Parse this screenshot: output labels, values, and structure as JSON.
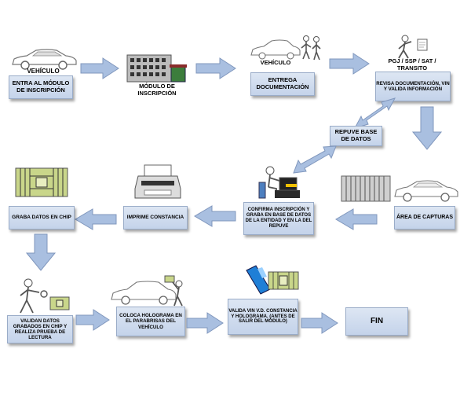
{
  "row1": {
    "vehiculo_label": "VEHÍCULO",
    "box1": "ENTRA AL MÓDULO DE INSCRIPCIÓN",
    "modulo_label": "MÓDULO DE INSCRIPCIÓN",
    "vehiculo2_label": "VEHÍCULO",
    "box3": "ENTREGA DOCUMENTACIÓN",
    "agencies_label": "PGJ / SSP / SAT / TRANSITO",
    "box4": "REVISA DOCUMENTACIÓN, VIN Y VALIDA INFORMACIÓN"
  },
  "repuve": "REPUVE BASE DE DATOS",
  "row2": {
    "box_capturas": "ÁREA DE CAPTURAS",
    "box_confirma": "CONFIRMA INSCRIPCIÓN Y GRABA EN BASE DE DATOS DE LA ENTIDAD Y EN LA DEL REPUVE",
    "box_imprime": "IMPRIME CONSTANCIA",
    "box_graba": "GRABA DATOS EN CHIP"
  },
  "row3": {
    "box_validan": "VALIDAN DATOS GRABADOS EN CHIP Y REALIZA PRUEBA DE LECTURA",
    "box_coloca": "COLOCA HOLOGRAMA EN EL PARABRISAS DEL VEHÍCULO",
    "box_valida": "VALIDA VIN V.D. CONSTANCIA Y HOLOGRAMA. (ANTES DE SALIR DEL MODULO)",
    "box_fin": "FIN"
  },
  "colors": {
    "box_fill": "#c9d6ec",
    "arrow_fill": "#a9bfe0",
    "arrow_stroke": "#8097bd"
  }
}
